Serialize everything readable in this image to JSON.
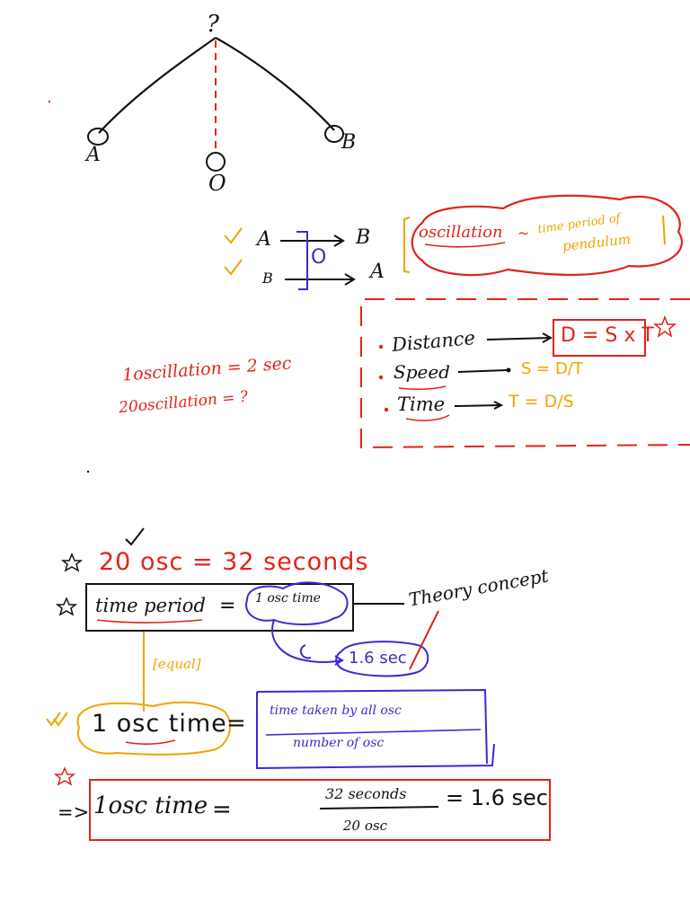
{
  "pendulum": {
    "pivot_label": "?",
    "left_bob": "A",
    "center_bob": "O",
    "right_bob": "B"
  },
  "paths": {
    "row1_start": "A",
    "row1_end": "B",
    "row2_start": "B",
    "row2_end": "A",
    "bracket_mark": "O",
    "oscillation_label": "oscillation",
    "tilde": "~",
    "period_label_line1": "time period of",
    "period_label_line2": "pendulum"
  },
  "problem": {
    "line1": "1oscillation = 2 sec",
    "line2": "20oscillation = ?"
  },
  "formulas": {
    "distance_label": "Distance",
    "distance_formula": "D = S x T",
    "speed_label": "Speed",
    "speed_formula": "S = D/T",
    "time_label": "Time",
    "time_formula": "T = D/S"
  },
  "solution": {
    "given": "20 osc = 32 seconds",
    "time_period_label": "time period",
    "equals": "=",
    "one_osc_time_small": "1 osc time",
    "theory_note": "Theory concept",
    "answer_bubble": "1.6 sec",
    "equal_tag": "[equal]",
    "one_osc_time": "1 osc time",
    "ratio_numerator": "time taken by all osc",
    "ratio_denominator": "number of osc",
    "final_left": "1osc time",
    "final_numerator": "32 seconds",
    "final_denominator": "20 osc",
    "final_result": "= 1.6 sec",
    "implies": "=>"
  }
}
